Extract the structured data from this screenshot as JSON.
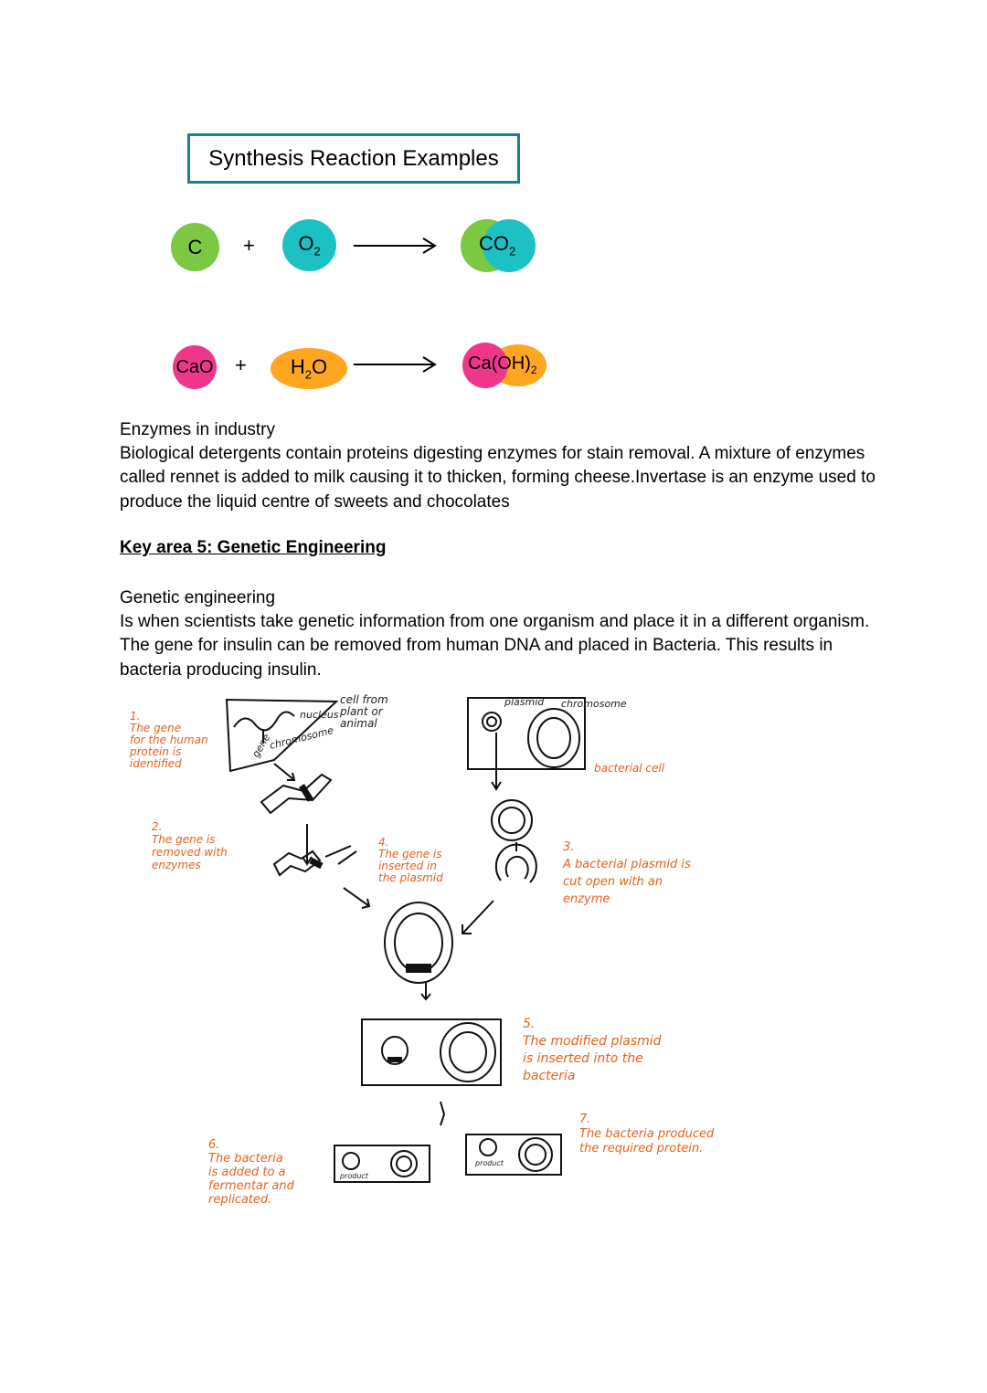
{
  "title": "Synthesis Reaction Examples",
  "reactions": [
    {
      "reactant1": "C",
      "plus": "+",
      "reactant2_base": "O",
      "reactant2_sub": "2",
      "product_base": "CO",
      "product_sub": "2"
    },
    {
      "reactant1": "CaO",
      "plus": "+",
      "reactant2_base": "H",
      "reactant2_sub": "2",
      "reactant2_tail": "O",
      "product_base": "Ca(OH)",
      "product_sub": "2"
    }
  ],
  "colors": {
    "green": "#7dc843",
    "teal": "#1dc1c4",
    "pink": "#f0368a",
    "orange": "#ffa620",
    "box_border": "#1b7f9a",
    "handwriting": "#e8611a"
  },
  "enzymes": {
    "heading": "Enzymes in industry",
    "body": "Biological detergents contain proteins digesting enzymes for stain removal. A mixture of enzymes called rennet is added to milk causing it to thicken, forming cheese.Invertase is an enzyme used to produce the liquid centre of sweets and chocolates"
  },
  "key_area": "Key area 5: Genetic Engineering",
  "genetic": {
    "heading": "Genetic engineering",
    "body": "Is when scientists take genetic information from one organism and place it in a different organism. The gene for insulin can be removed from human DNA and placed in Bacteria. This results in bacteria producing insulin."
  },
  "diagram": {
    "label_nucleus": "nucleus",
    "label_chromosome": "chromosome",
    "label_gene": "gene",
    "label_cell": "cell from\nplant or\nanimal",
    "label_plasmid": "plasmid",
    "label_chromosome2": "chromosome",
    "label_bacterial_cell": "bacterial cell",
    "label_product": "product",
    "step1": "1.\nThe gene\nfor the human\nprotein is\nidentified",
    "step2": "2.\nThe gene is\nremoved with\nenzymes",
    "step3": "3.\nA bacterial plasmid is\ncut open with an\nenzyme",
    "step4": "4.\nThe gene is\ninserted in\nthe plasmid",
    "step5": "5.\nThe modified plasmid\nis inserted into the\nbacteria",
    "step6": "6.\nThe bacteria\nis added to a\nfermentar and\nreplicated.",
    "step7": "7.\nThe bacteria produced\nthe required protein."
  }
}
